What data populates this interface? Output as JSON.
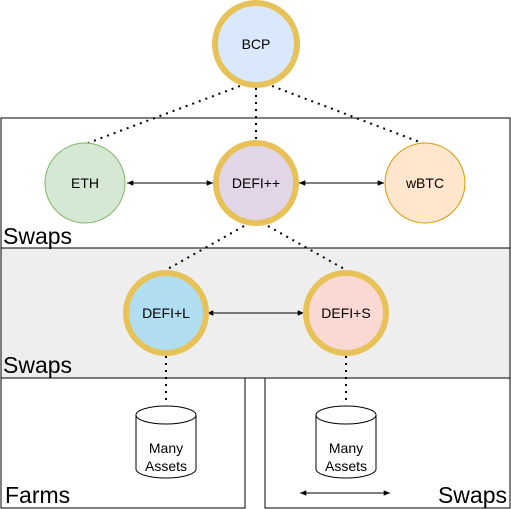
{
  "nodes": {
    "bcp": "BCP",
    "eth": "ETH",
    "defi_pp": "DEFI++",
    "wbtc": "wBTC",
    "defi_l": "DEFI+L",
    "defi_s": "DEFI+S"
  },
  "regions": {
    "top_swaps": "Swaps",
    "mid_swaps": "Swaps",
    "farms": "Farms",
    "bottom_swaps": "Swaps"
  },
  "assets": {
    "left": [
      "Many",
      "Assets"
    ],
    "right": [
      "Many",
      "Assets"
    ]
  },
  "colors": {
    "gold_ring": "#e6c259",
    "bcp_fill": "#dae8fc",
    "eth_fill": "#d5e8d4",
    "eth_stroke": "#82b366",
    "defi_pp_fill": "#e1d5e7",
    "wbtc_fill": "#ffe6cc",
    "wbtc_stroke": "#d79b00",
    "defi_l_fill": "#b1ddf0",
    "defi_s_fill": "#fad9d5",
    "mid_region_fill": "#eeeeee"
  }
}
